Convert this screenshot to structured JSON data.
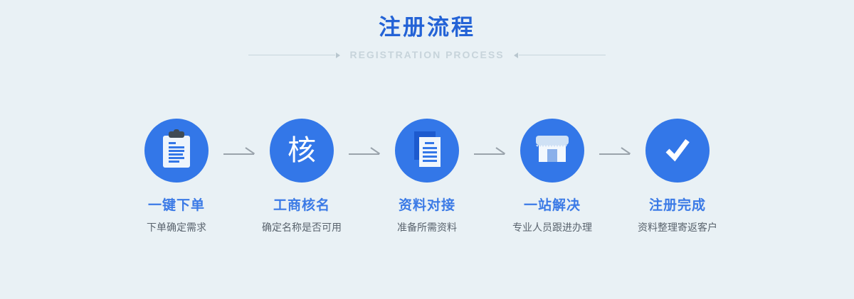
{
  "header": {
    "title": "注册流程",
    "subtitle": "REGISTRATION PROCESS"
  },
  "colors": {
    "background": "#e9f1f5",
    "circle_blue": "#3377e8",
    "title_blue": "#2463d6",
    "step_title_blue": "#3b7ae6",
    "desc_gray": "#5a646e",
    "subtitle_gray": "#c7d4db",
    "arrow_gray": "#9aa3ab",
    "back_document_blue": "#1d5ace",
    "clip_dark": "#3f4b55"
  },
  "steps": [
    {
      "icon": "clipboard-icon",
      "title": "一键下单",
      "desc": "下单确定需求"
    },
    {
      "icon": "name-check-icon",
      "glyph": "核",
      "title": "工商核名",
      "desc": "确定名称是否可用"
    },
    {
      "icon": "documents-icon",
      "title": "资料对接",
      "desc": "准备所需资料"
    },
    {
      "icon": "storefront-icon",
      "title": "一站解决",
      "desc": "专业人员跟进办理"
    },
    {
      "icon": "checkmark-icon",
      "title": "注册完成",
      "desc": "资料整理寄返客户"
    }
  ]
}
